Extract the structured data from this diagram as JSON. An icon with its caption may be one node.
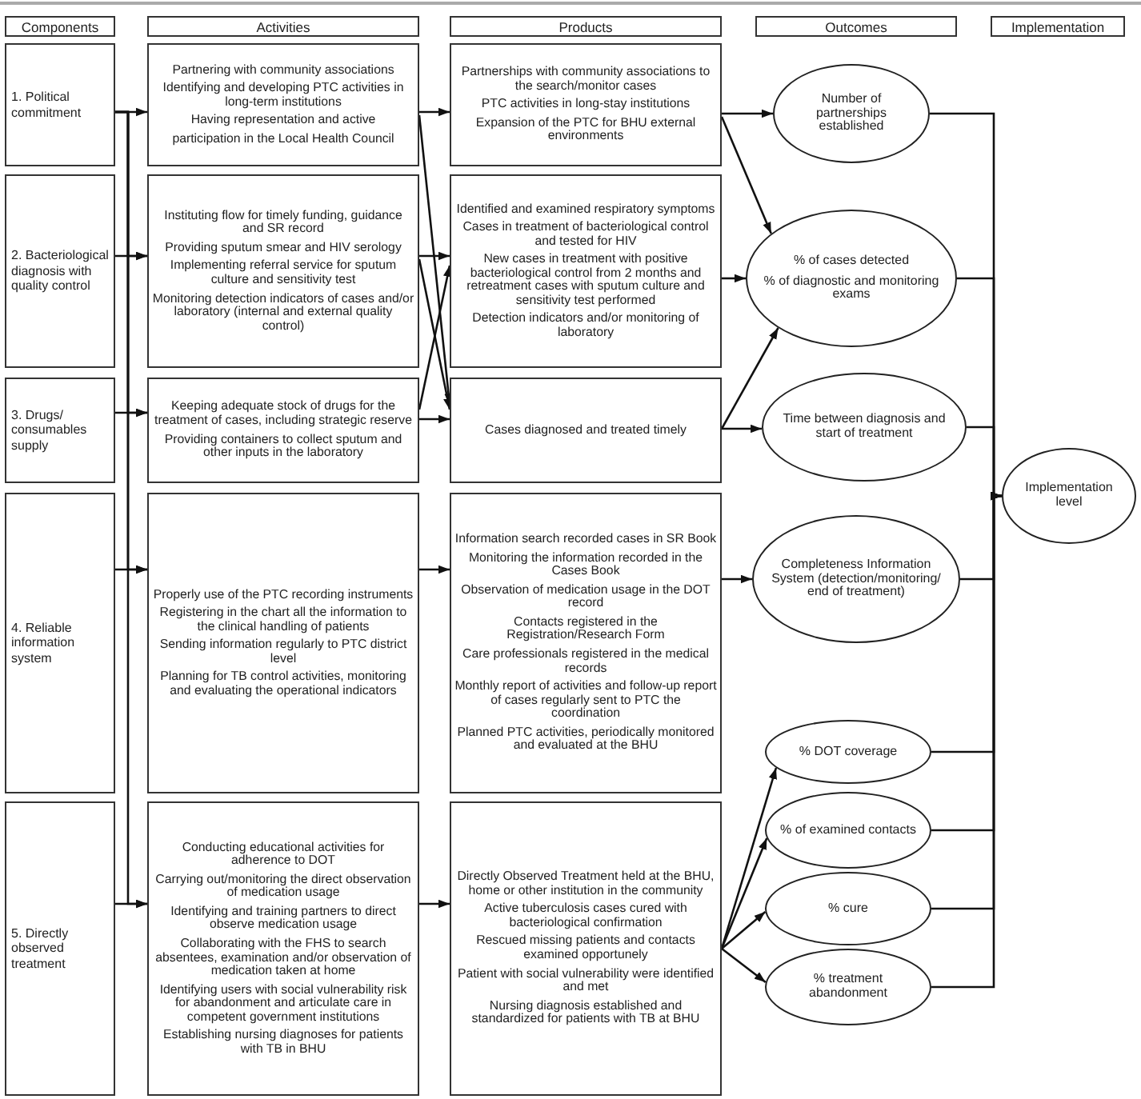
{
  "diagram": {
    "nodes": [
      {
        "text": [
          "Components"
        ]
      },
      {
        "text": [
          "Activities"
        ]
      },
      {
        "text": [
          "Products"
        ]
      },
      {
        "text": [
          "Outcomes"
        ]
      },
      {
        "text": [
          "Implementation"
        ]
      },
      {
        "text": [
          "1. Political commitment"
        ]
      },
      {
        "text": [
          "2. Bacteriological diagnosis with quality control"
        ]
      },
      {
        "text": [
          "3. Drugs/ consumables supply"
        ]
      },
      {
        "text": [
          "4. Reliable information system"
        ]
      },
      {
        "text": [
          "5. Directly observed treatment"
        ]
      },
      {
        "text": [
          "Partnering with community associations",
          "Identifying and developing PTC activities in long-term institutions",
          "Having representation and active",
          "participation in the Local Health Council"
        ]
      },
      {
        "text": [
          "Instituting flow for timely funding, guidance and SR record",
          "Providing sputum smear and HIV serology",
          "Implementing referral service for sputum culture and sensitivity test",
          "Monitoring detection indicators of cases and/or laboratory (internal and external quality control)"
        ]
      },
      {
        "text": [
          "Keeping adequate stock of drugs for the treatment of cases, including strategic reserve",
          "Providing containers to collect sputum and other inputs in the laboratory"
        ]
      },
      {
        "text": [
          "Properly use of the PTC recording instruments",
          "Registering in the chart all the information to the clinical handling of patients",
          "Sending information regularly to PTC district level",
          "Planning for TB control activities, monitoring and evaluating the operational indicators"
        ]
      },
      {
        "text": [
          "Conducting educational activities for adherence to DOT",
          "Carrying out/monitoring the direct observation of medication usage",
          "Identifying and training partners to direct observe medication usage",
          "Collaborating with the FHS to search absentees, examination and/or observation of medication taken at home",
          "Identifying users with social vulnerability risk for abandonment and articulate care in competent government institutions",
          "Establishing nursing diagnoses for patients with TB in BHU"
        ]
      },
      {
        "text": [
          "Partnerships with community associations to the search/monitor cases",
          "PTC activities in long-stay institutions",
          "Expansion of the PTC for BHU external environments"
        ]
      },
      {
        "text": [
          "Identified and examined respiratory symptoms",
          "Cases in treatment of bacteriological control and tested for HIV",
          "New cases in treatment with positive bacteriological control from 2 months and retreatment cases with sputum culture and sensitivity test performed",
          "Detection indicators and/or monitoring of laboratory"
        ]
      },
      {
        "text": [
          "Cases diagnosed and treated timely"
        ]
      },
      {
        "text": [
          "Information search recorded cases in SR Book",
          "Monitoring the information recorded in the Cases Book",
          "Observation of medication usage in the DOT record",
          "Contacts registered in the Registration/Research Form",
          "Care professionals registered in the medical records",
          "Monthly report of activities and follow-up report of cases regularly sent to PTC the coordination",
          "Planned PTC activities, periodically monitored and evaluated at the BHU"
        ]
      },
      {
        "text": [
          "Directly Observed Treatment held at the BHU, home or other institution in the community",
          "Active tuberculosis cases cured with bacteriological confirmation",
          "Rescued missing patients and contacts examined opportunely",
          "Patient with social vulnerability were identified and met",
          "Nursing diagnosis established and standardized for patients with TB at BHU"
        ]
      },
      {
        "text": [
          "Number of partnerships established"
        ]
      },
      {
        "text": [
          "% of cases detected",
          "% of diagnostic and monitoring exams"
        ]
      },
      {
        "text": [
          "Time between diagnosis and start of treatment"
        ]
      },
      {
        "text": [
          "Completeness Information System (detection/monitoring/ end of treatment)"
        ]
      },
      {
        "text": [
          "% DOT coverage"
        ]
      },
      {
        "text": [
          "% of examined contacts"
        ]
      },
      {
        "text": [
          "% cure"
        ]
      },
      {
        "text": [
          "% treatment abandonment"
        ]
      },
      {
        "text": [
          "Implementation level"
        ]
      }
    ],
    "edges": [
      {
        "from": 5,
        "to": 10,
        "arrow": "to"
      },
      {
        "from": 6,
        "to": 11,
        "arrow": "to"
      },
      {
        "from": 7,
        "to": 12,
        "arrow": "to"
      },
      {
        "from": 8,
        "to": 13,
        "arrow": "to"
      },
      {
        "from": 9,
        "to": 14,
        "arrow": "to"
      },
      {
        "from": 5,
        "to": 11,
        "arrow": "to"
      },
      {
        "from": 5,
        "to": 12,
        "arrow": "to"
      },
      {
        "from": 5,
        "to": 13,
        "arrow": "to"
      },
      {
        "from": 5,
        "to": 14,
        "arrow": "to"
      },
      {
        "from": 10,
        "to": 15,
        "arrow": "to"
      },
      {
        "from": 10,
        "to": 17,
        "arrow": "to"
      },
      {
        "from": 11,
        "to": 16,
        "arrow": "to"
      },
      {
        "from": 11,
        "to": 17,
        "arrow": "to"
      },
      {
        "from": 12,
        "to": 16,
        "arrow": "to"
      },
      {
        "from": 12,
        "to": 17,
        "arrow": "to"
      },
      {
        "from": 13,
        "to": 18,
        "arrow": "to"
      },
      {
        "from": 14,
        "to": 19,
        "arrow": "to"
      },
      {
        "from": 15,
        "to": 20,
        "arrow": "to"
      },
      {
        "from": 15,
        "to": 21,
        "arrow": "to"
      },
      {
        "from": 16,
        "to": 21,
        "arrow": "to"
      },
      {
        "from": 17,
        "to": 21,
        "arrow": "to"
      },
      {
        "from": 17,
        "to": 22,
        "arrow": "to"
      },
      {
        "from": 18,
        "to": 23,
        "arrow": "to"
      },
      {
        "from": 19,
        "to": 24,
        "arrow": "to"
      },
      {
        "from": 19,
        "to": 25,
        "arrow": "to"
      },
      {
        "from": 19,
        "to": 26,
        "arrow": "to"
      },
      {
        "from": 19,
        "to": 27,
        "arrow": "to"
      },
      {
        "from": 20,
        "to": 28,
        "arrow": "to"
      },
      {
        "from": 21,
        "to": 28,
        "arrow": "to"
      },
      {
        "from": 22,
        "to": 28,
        "arrow": "to"
      },
      {
        "from": 23,
        "to": 28,
        "arrow": "to"
      },
      {
        "from": 24,
        "to": 28,
        "arrow": "to"
      },
      {
        "from": 25,
        "to": 28,
        "arrow": "to"
      },
      {
        "from": 26,
        "to": 28,
        "arrow": "to"
      },
      {
        "from": 27,
        "to": 28,
        "arrow": "to"
      }
    ]
  }
}
